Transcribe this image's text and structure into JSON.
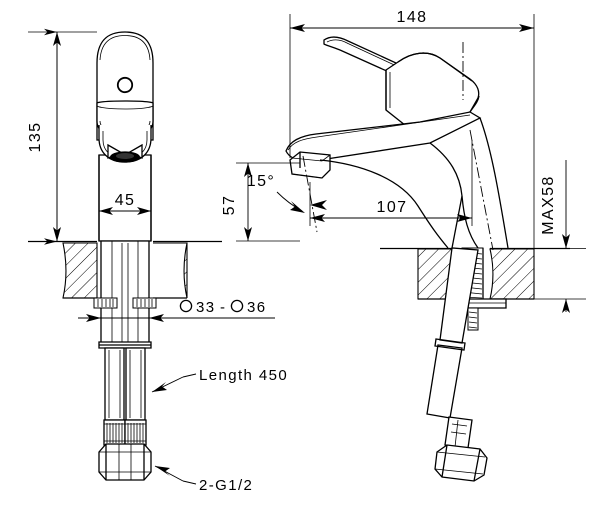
{
  "drawing": {
    "title": "Single lever basin mixer tap - dimensioned technical drawing",
    "type": "engineering-drawing",
    "units": "mm",
    "background_color": "#ffffff",
    "line_color": "#000000",
    "views": [
      {
        "name": "front-view",
        "position": "left"
      },
      {
        "name": "side-view",
        "position": "right"
      }
    ]
  },
  "dimensions": {
    "height_total": "135",
    "body_width": "45",
    "spout_reach_total": "148",
    "spout_projection": "107",
    "spout_height": "57",
    "deck_thickness_max": "MAX58",
    "handle_angle": "15°"
  },
  "labels": {
    "hole_diameter": "33 - 36",
    "hole_diameter_first": "33",
    "hole_diameter_second": "36",
    "hole_diameter_separator": "-",
    "hose_length": "Length 450",
    "connection_thread": "2-G1/2"
  }
}
